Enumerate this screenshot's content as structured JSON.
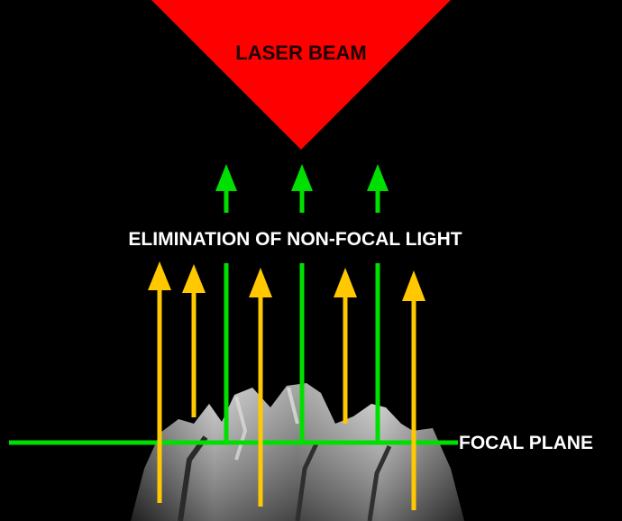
{
  "labels": {
    "laser_beam": "LASER BEAM",
    "elimination": "ELIMINATION OF NON-FOCAL LIGHT",
    "focal_plane": "FOCAL PLANE"
  },
  "colors": {
    "background": "#000000",
    "laser": "#ff0000",
    "focal_light": "#00e000",
    "non_focal_light": "#ffc800",
    "focal_plane": "#00e000",
    "specimen": "#9a9a9a"
  }
}
